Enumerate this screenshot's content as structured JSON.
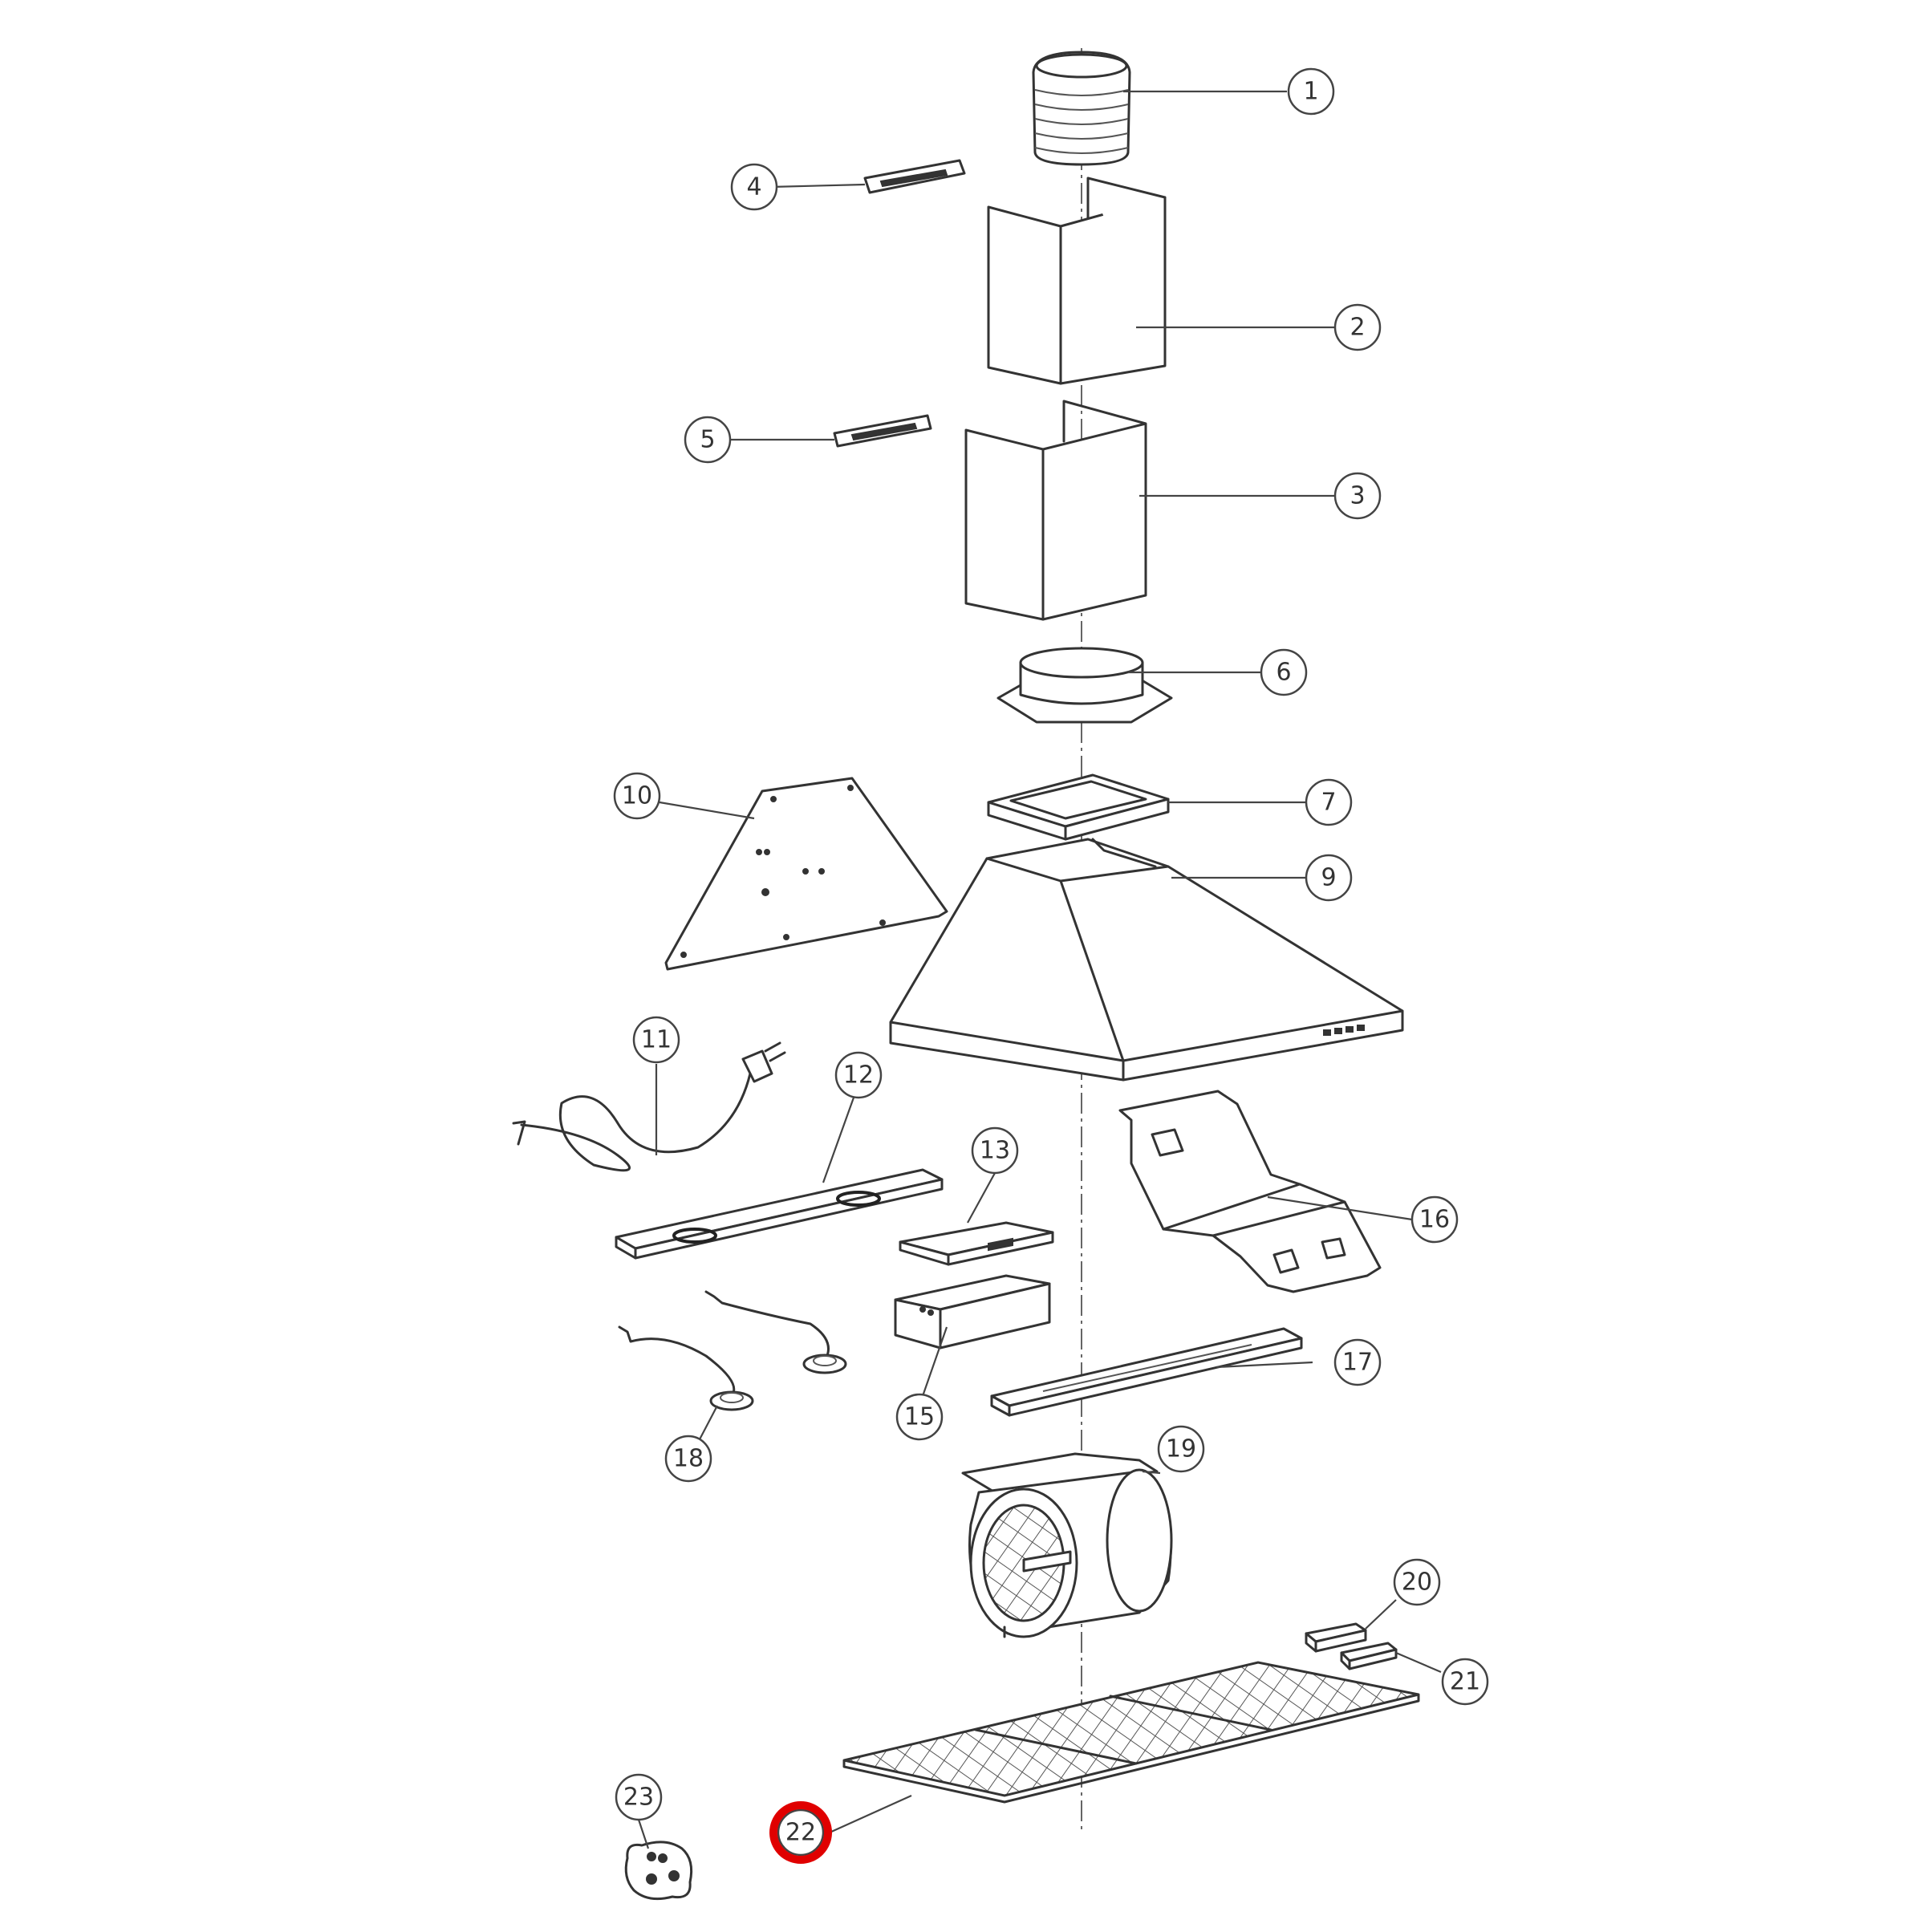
{
  "callouts": [
    {
      "id": "1",
      "label": "1"
    },
    {
      "id": "2",
      "label": "2"
    },
    {
      "id": "3",
      "label": "3"
    },
    {
      "id": "4",
      "label": "4"
    },
    {
      "id": "5",
      "label": "5"
    },
    {
      "id": "6",
      "label": "6"
    },
    {
      "id": "7",
      "label": "7"
    },
    {
      "id": "9",
      "label": "9"
    },
    {
      "id": "10",
      "label": "10"
    },
    {
      "id": "11",
      "label": "11"
    },
    {
      "id": "12",
      "label": "12"
    },
    {
      "id": "13",
      "label": "13"
    },
    {
      "id": "15",
      "label": "15"
    },
    {
      "id": "16",
      "label": "16"
    },
    {
      "id": "17",
      "label": "17"
    },
    {
      "id": "18",
      "label": "18"
    },
    {
      "id": "19",
      "label": "19"
    },
    {
      "id": "20",
      "label": "20"
    },
    {
      "id": "21",
      "label": "21"
    },
    {
      "id": "22",
      "label": "22"
    },
    {
      "id": "23",
      "label": "23"
    }
  ],
  "highlight": {
    "callout": "22",
    "color": "#e00000"
  },
  "colors": {
    "line": "#333333",
    "background": "#ffffff"
  }
}
